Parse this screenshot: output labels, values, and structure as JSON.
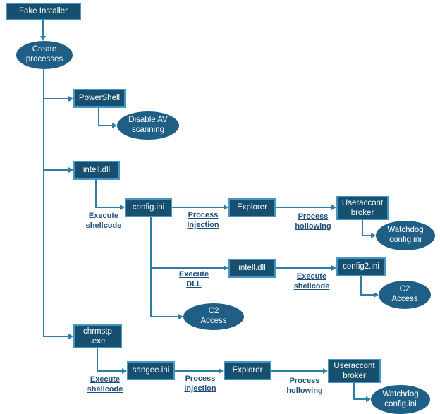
{
  "diagram": {
    "colors": {
      "node_fill": "#17506E",
      "node_border": "#4596C4",
      "ellipse_fill": "#1F5F86",
      "arrow": "#2B7EA6",
      "label_text": "#1F4E79"
    },
    "nodes": {
      "fake_installer": {
        "label": "Fake Installer",
        "type": "rect"
      },
      "create_processes": {
        "label": "Create processes",
        "type": "ellipse"
      },
      "powershell": {
        "label": "PowerShell",
        "type": "rect"
      },
      "disable_av": {
        "label": "Disable AV scanning",
        "type": "ellipse"
      },
      "intell_dll_1": {
        "label": "intell.dll",
        "type": "rect"
      },
      "config_ini": {
        "label": "config.ini",
        "type": "rect"
      },
      "explorer_1": {
        "label": "Explorer",
        "type": "rect"
      },
      "useraccont_broker_1": {
        "label": "Useraccont broker",
        "type": "rect"
      },
      "watchdog_1": {
        "label": "Watchdog config.ini",
        "type": "ellipse"
      },
      "intell_dll_2": {
        "label": "intell.dll",
        "type": "rect"
      },
      "config2_ini": {
        "label": "config2.ini",
        "type": "rect"
      },
      "c2_access_1": {
        "label": "C2 Access",
        "type": "ellipse"
      },
      "c2_access_2": {
        "label": "C2 Access",
        "type": "ellipse"
      },
      "chrmstp_exe": {
        "label": "chrmstp .exe",
        "type": "rect"
      },
      "sangee_ini": {
        "label": "sangee.ini",
        "type": "rect"
      },
      "explorer_2": {
        "label": "Explorer",
        "type": "rect"
      },
      "useraccont_broker_2": {
        "label": "Useraccont broker",
        "type": "rect"
      },
      "watchdog_2": {
        "label": "Watchdog config.ini",
        "type": "ellipse"
      }
    },
    "edge_labels": {
      "execute_shellcode_1": "Execute shellcode",
      "process_injection_1": "Process Injection",
      "process_hollowing_1": "Process hollowing",
      "execute_dll": "Execute DLL",
      "execute_shellcode_2": "Execute shellcode",
      "execute_shellcode_3": "Execute shellcode",
      "process_injection_2": "Process Injection",
      "process_hollowing_2": "Process hollowing"
    }
  }
}
